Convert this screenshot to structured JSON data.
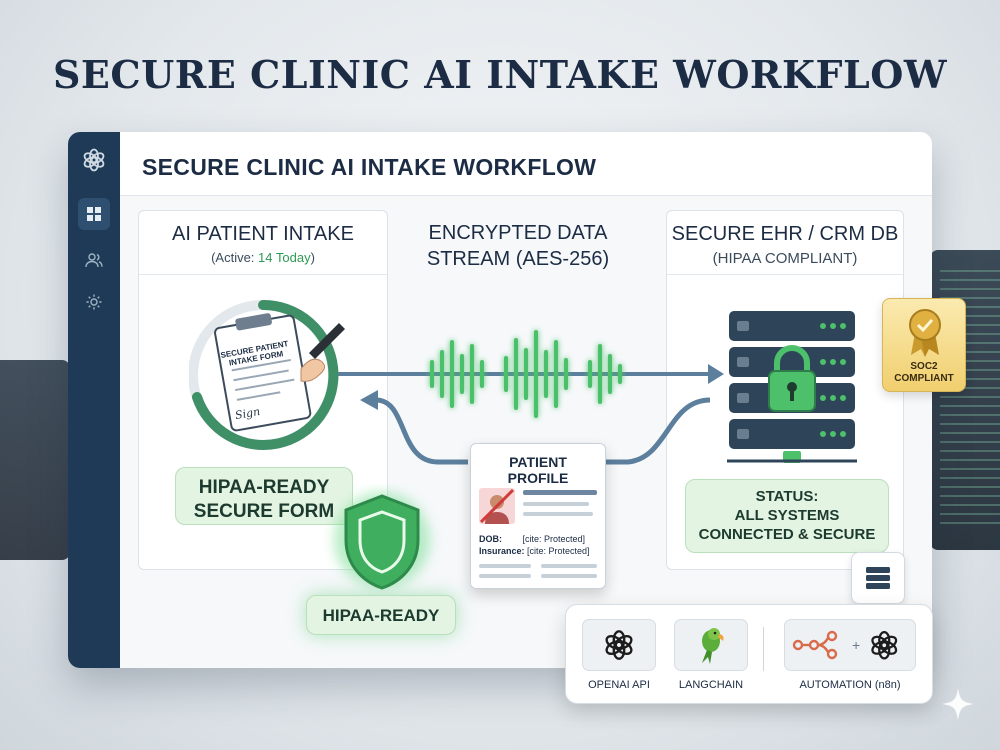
{
  "hero_title": "SECURE CLINIC AI INTAKE WORKFLOW",
  "app": {
    "header_title": "SECURE CLINIC AI INTAKE WORKFLOW",
    "sidebar": {
      "logo_icon": "openai-logo-icon",
      "items": [
        {
          "icon": "dashboard-grid-icon",
          "active": true
        },
        {
          "icon": "users-icon",
          "active": false
        },
        {
          "icon": "gear-icon",
          "active": false
        }
      ]
    },
    "intake_panel": {
      "title": "AI PATIENT INTAKE",
      "subtitle_prefix": "(Active: ",
      "subtitle_value": "14 Today",
      "subtitle_suffix": ")",
      "form_doc_label_line1": "SECURE PATIENT",
      "form_doc_label_line2": "INTAKE FORM",
      "signature": "Sign",
      "pill_line1": "HIPAA-READY",
      "pill_line2": "SECURE FORM"
    },
    "stream": {
      "title_line1": "ENCRYPTED DATA",
      "title_line2": "STREAM (AES-256)"
    },
    "ehr_panel": {
      "title": "SECURE EHR / CRM DB",
      "subtitle": "(HIPAA COMPLIANT)",
      "status_line1": "STATUS:",
      "status_line2": "ALL SYSTEMS",
      "status_line3": "CONNECTED & SECURE"
    },
    "soc_badge": {
      "line1": "SOC2",
      "line2": "COMPLIANT"
    },
    "patient_profile": {
      "title_line1": "PATIENT",
      "title_line2": "PROFILE",
      "dob_label": "DOB:",
      "dob_value": "[cite: Protected]",
      "insurance_label": "Insurance:",
      "insurance_value": "[cite: Protected]"
    },
    "hipaa_badge": "HIPAA-READY",
    "integrations": [
      {
        "label": "OPENAI API",
        "icon": "openai-logo-icon"
      },
      {
        "label": "LANGCHAIN",
        "icon": "parrot-icon"
      },
      {
        "label": "AUTOMATION (n8n)",
        "icon": "n8n-workflow-icon"
      }
    ]
  },
  "colors": {
    "sidebar": "#1e3a56",
    "accent_green": "#4cc06a",
    "server": "#2e4458",
    "stream_arrow": "#5b7f9c",
    "badge_gold": "#f0cf6e"
  }
}
